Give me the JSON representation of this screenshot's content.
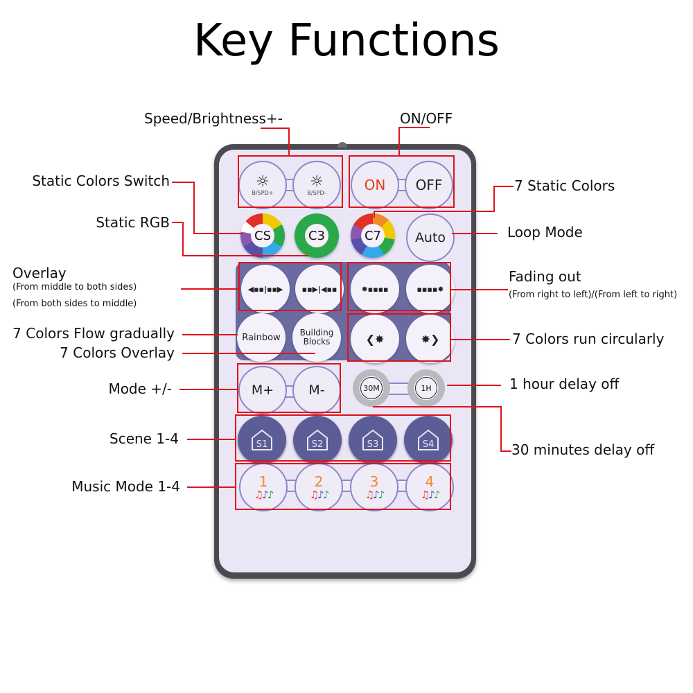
{
  "title": "Key Functions",
  "labels": {
    "speed_brightness": "Speed/Brightness+-",
    "on_off": "ON/OFF",
    "static_colors_switch": "Static Colors Switch",
    "seven_static_colors": "7 Static Colors",
    "static_rgb": "Static RGB",
    "loop_mode": "Loop Mode",
    "overlay": "Overlay",
    "overlay_sub1": "(From middle to both sides)",
    "overlay_sub2": "(From both sides to middle)",
    "fading_out": "Fading out",
    "fading_out_sub": "(From right to left)/(From left to right)",
    "seven_colors_flow": "7 Colors Flow gradually",
    "seven_colors_overlay": "7 Colors Overlay",
    "seven_colors_run": "7 Colors run circularly",
    "mode": "Mode +/-",
    "one_hour": "1 hour delay off",
    "scene": "Scene 1-4",
    "thirty_min": "30 minutes delay off",
    "music_mode": "Music Mode 1-4"
  },
  "buttons": {
    "bspd_plus": "B/SPD+",
    "bspd_minus": "B/SPD-",
    "on": "ON",
    "off": "OFF",
    "cs": "CS",
    "c3": "C3",
    "c7": "C7",
    "auto": "Auto",
    "overlay_out": "◀▪▪|▪▪▶",
    "overlay_in": "▪▪▶|◀▪▪",
    "fade_rl": "✸▪▪▪▪",
    "fade_lr": "▪▪▪▪✸",
    "rainbow": "Rainbow",
    "building_1": "Building",
    "building_2": "Blocks",
    "run_left": "❮✸",
    "run_right": "✸❯",
    "m_plus": "M+",
    "m_minus": "M-",
    "t30": "30M",
    "t1h": "1H",
    "scenes": [
      "S1",
      "S2",
      "S3",
      "S4"
    ],
    "music": [
      "1",
      "2",
      "3",
      "4"
    ]
  },
  "colors": {
    "annotation_red": "#e0121a",
    "on_text": "#e2401c",
    "music_number": "#f08a2a",
    "panel": "#6a6ba0",
    "scene_button": "#5c5d96",
    "remote_face": "#ebe6f5",
    "remote_body": "#4a4a50"
  }
}
